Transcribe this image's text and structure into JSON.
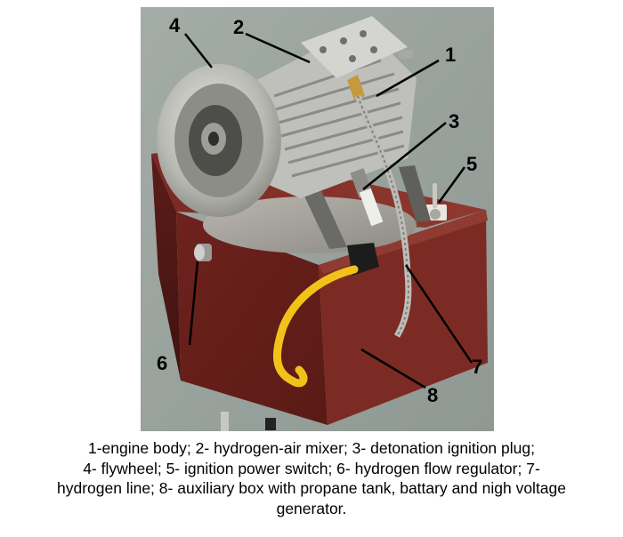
{
  "figure": {
    "callouts": [
      "1",
      "2",
      "3",
      "4",
      "5",
      "6",
      "7",
      "8"
    ],
    "caption_lines": [
      "1-engine body; 2- hydrogen-air mixer; 3- detonation ignition plug;",
      "4- flywheel; 5- ignition power switch; 6- hydrogen flow regulator; 7-",
      "hydrogen line; 8- auxiliary box with propane tank, battary and nigh voltage",
      "generator."
    ]
  }
}
